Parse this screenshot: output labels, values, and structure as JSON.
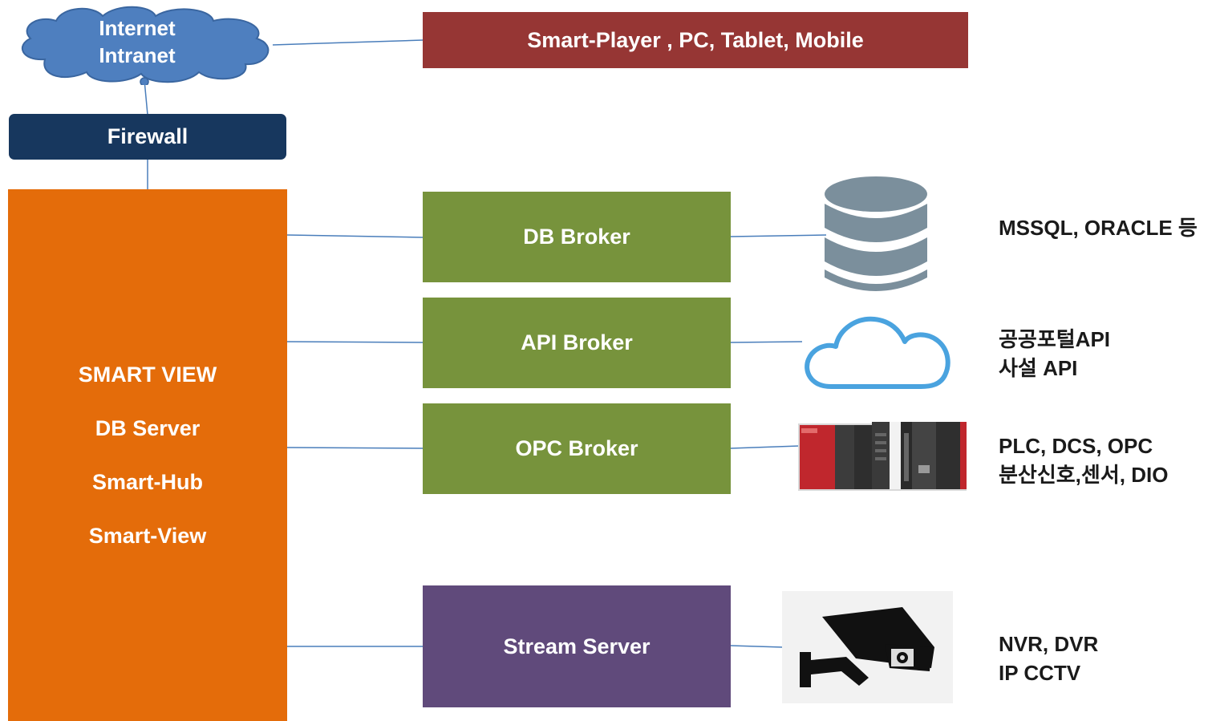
{
  "cloud": {
    "line1": "Internet",
    "line2": "Intranet"
  },
  "clients": {
    "label": "Smart-Player , PC, Tablet, Mobile"
  },
  "firewall": {
    "label": "Firewall"
  },
  "smartview": {
    "lines": [
      "SMART VIEW",
      "DB Server",
      "Smart-Hub",
      "Smart-View"
    ]
  },
  "brokers": {
    "db": "DB Broker",
    "api": "API Broker",
    "opc": "OPC Broker",
    "stream": "Stream Server"
  },
  "targets": {
    "db": [
      "MSSQL, ORACLE 등"
    ],
    "api": [
      "공공포털API",
      "사설 API"
    ],
    "opc": [
      "PLC, DCS, OPC",
      "분산신호,센서,  DIO"
    ],
    "stream": [
      "NVR, DVR",
      "IP CCTV"
    ]
  },
  "colors": {
    "cloud": "#4e7fbf",
    "clients": "#963634",
    "firewall": "#17375e",
    "smartview": "#e46c0a",
    "broker": "#77933c",
    "stream": "#604a7b",
    "database": "#7b8f9c",
    "cloud_icon": "#4aa3df",
    "link": "#4a7ebb"
  }
}
